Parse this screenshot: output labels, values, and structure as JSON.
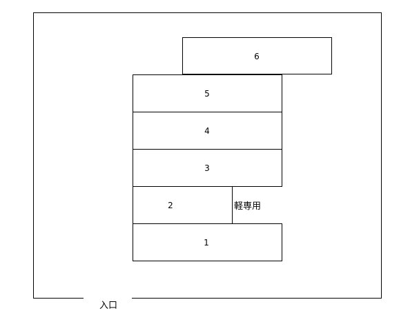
{
  "lot": {
    "spaces": [
      {
        "id": "space-1",
        "label": "1"
      },
      {
        "id": "space-2",
        "label": "2"
      },
      {
        "id": "space-3",
        "label": "3"
      },
      {
        "id": "space-4",
        "label": "4"
      },
      {
        "id": "space-5",
        "label": "5"
      },
      {
        "id": "space-6",
        "label": "6"
      }
    ],
    "kei_only_note": "軽専用",
    "entrance_label": "入口"
  },
  "colors": {
    "line": "#000000",
    "background": "#ffffff"
  }
}
